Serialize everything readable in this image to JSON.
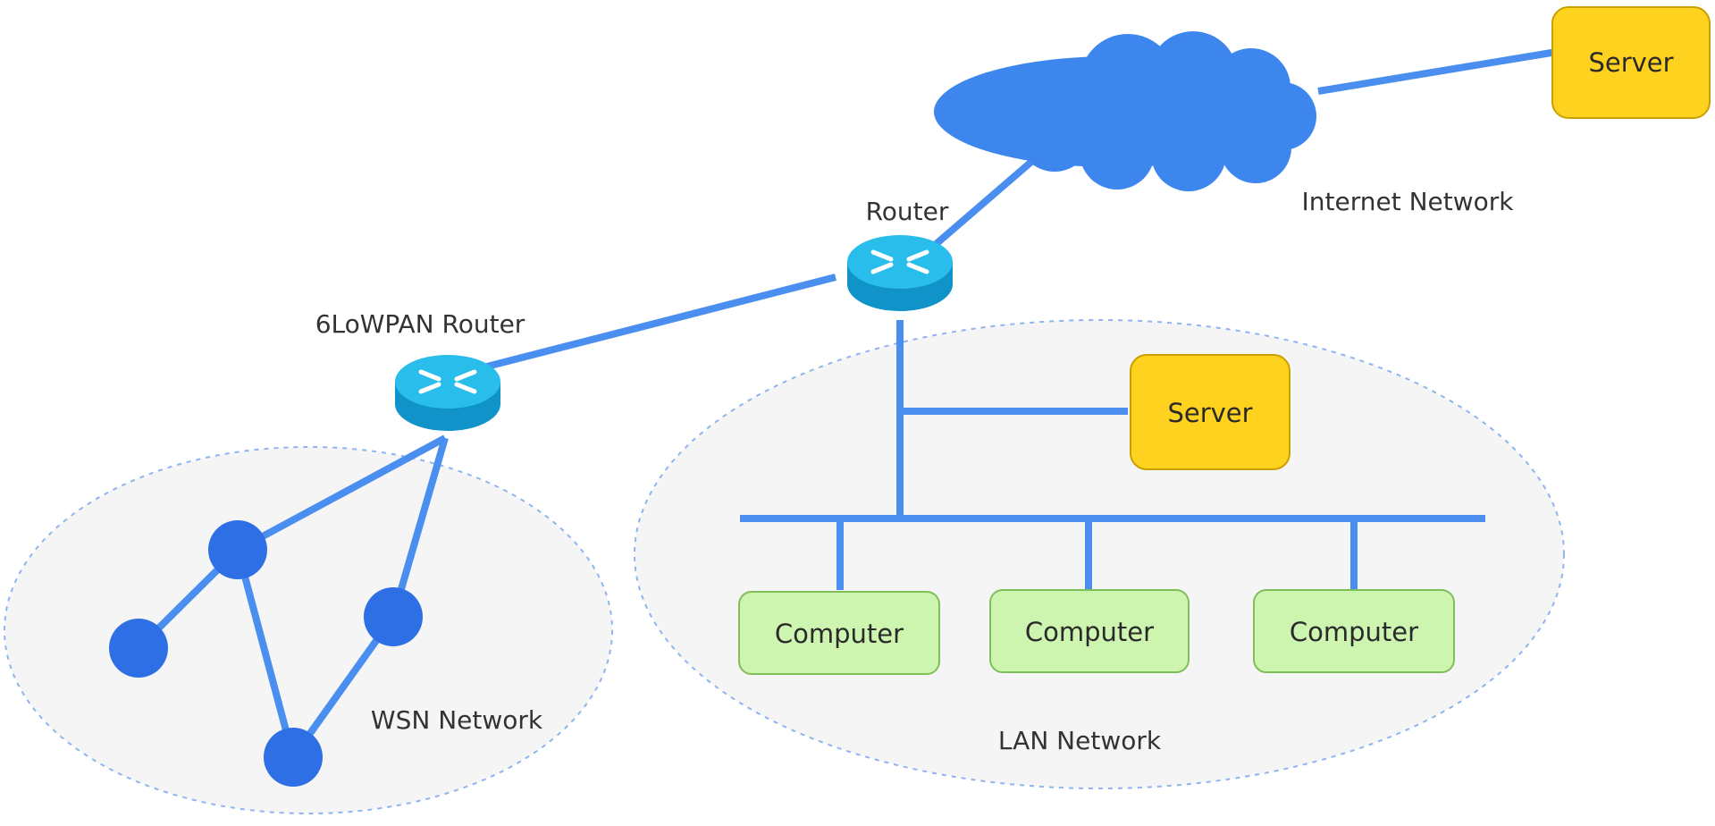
{
  "colors": {
    "link": "#4a8ff0",
    "sensor_node": "#2f6fe6",
    "server_fill": "#ffd21f",
    "server_stroke": "#c8a000",
    "computer_fill": "#cdf5b0",
    "computer_stroke": "#7fbf5a",
    "router_fill": "#22b5e6",
    "cloud_fill": "#3d86ee",
    "zone_fill": "#f5f5f5",
    "zone_border": "#8fb4f0"
  },
  "icons": [
    "cloud-icon",
    "router-icon"
  ],
  "labels": {
    "internet_network": "Internet Network",
    "router": "Router",
    "sixlowpan_router": "6LoWPAN Router",
    "wsn_network": "WSN Network",
    "lan_network": "LAN Network"
  },
  "internet_server": {
    "label": "Server"
  },
  "lan_server": {
    "label": "Server"
  },
  "computers": [
    {
      "label": "Computer"
    },
    {
      "label": "Computer"
    },
    {
      "label": "Computer"
    }
  ]
}
